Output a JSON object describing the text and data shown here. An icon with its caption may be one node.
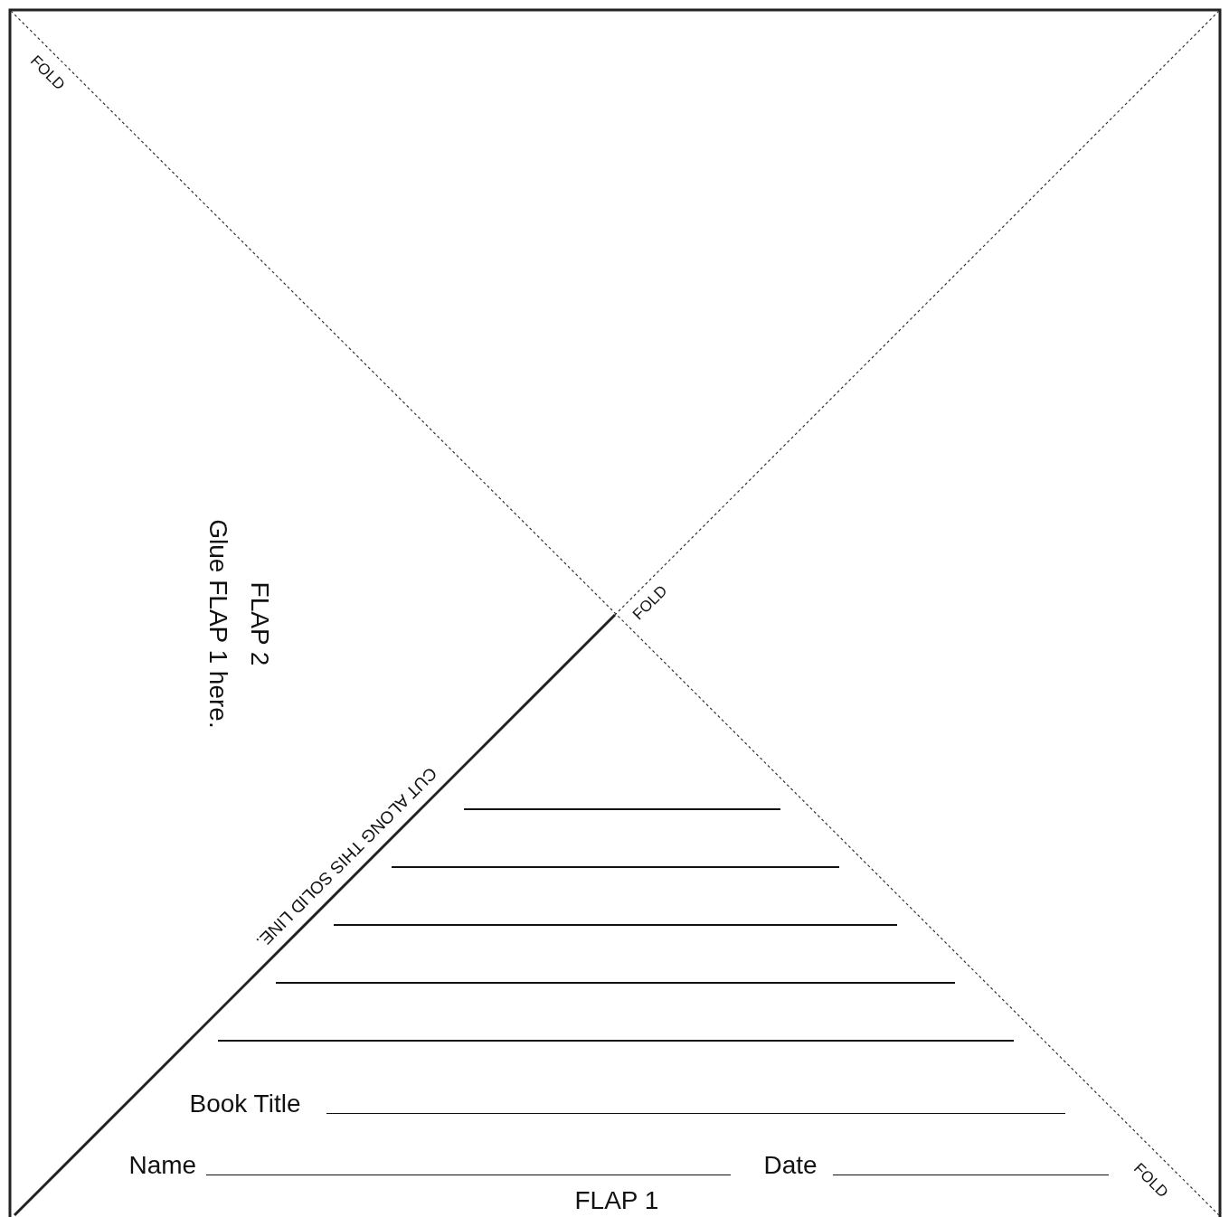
{
  "diagram": {
    "labels": [
      "FOLD",
      "FLAP 2",
      "Glue FLAP 1 here.",
      "FOLD",
      "CUT ALONG THIS SOLID LINE.",
      "Book Title",
      "Name",
      "Date",
      "FOLD",
      "FLAP 1"
    ]
  }
}
